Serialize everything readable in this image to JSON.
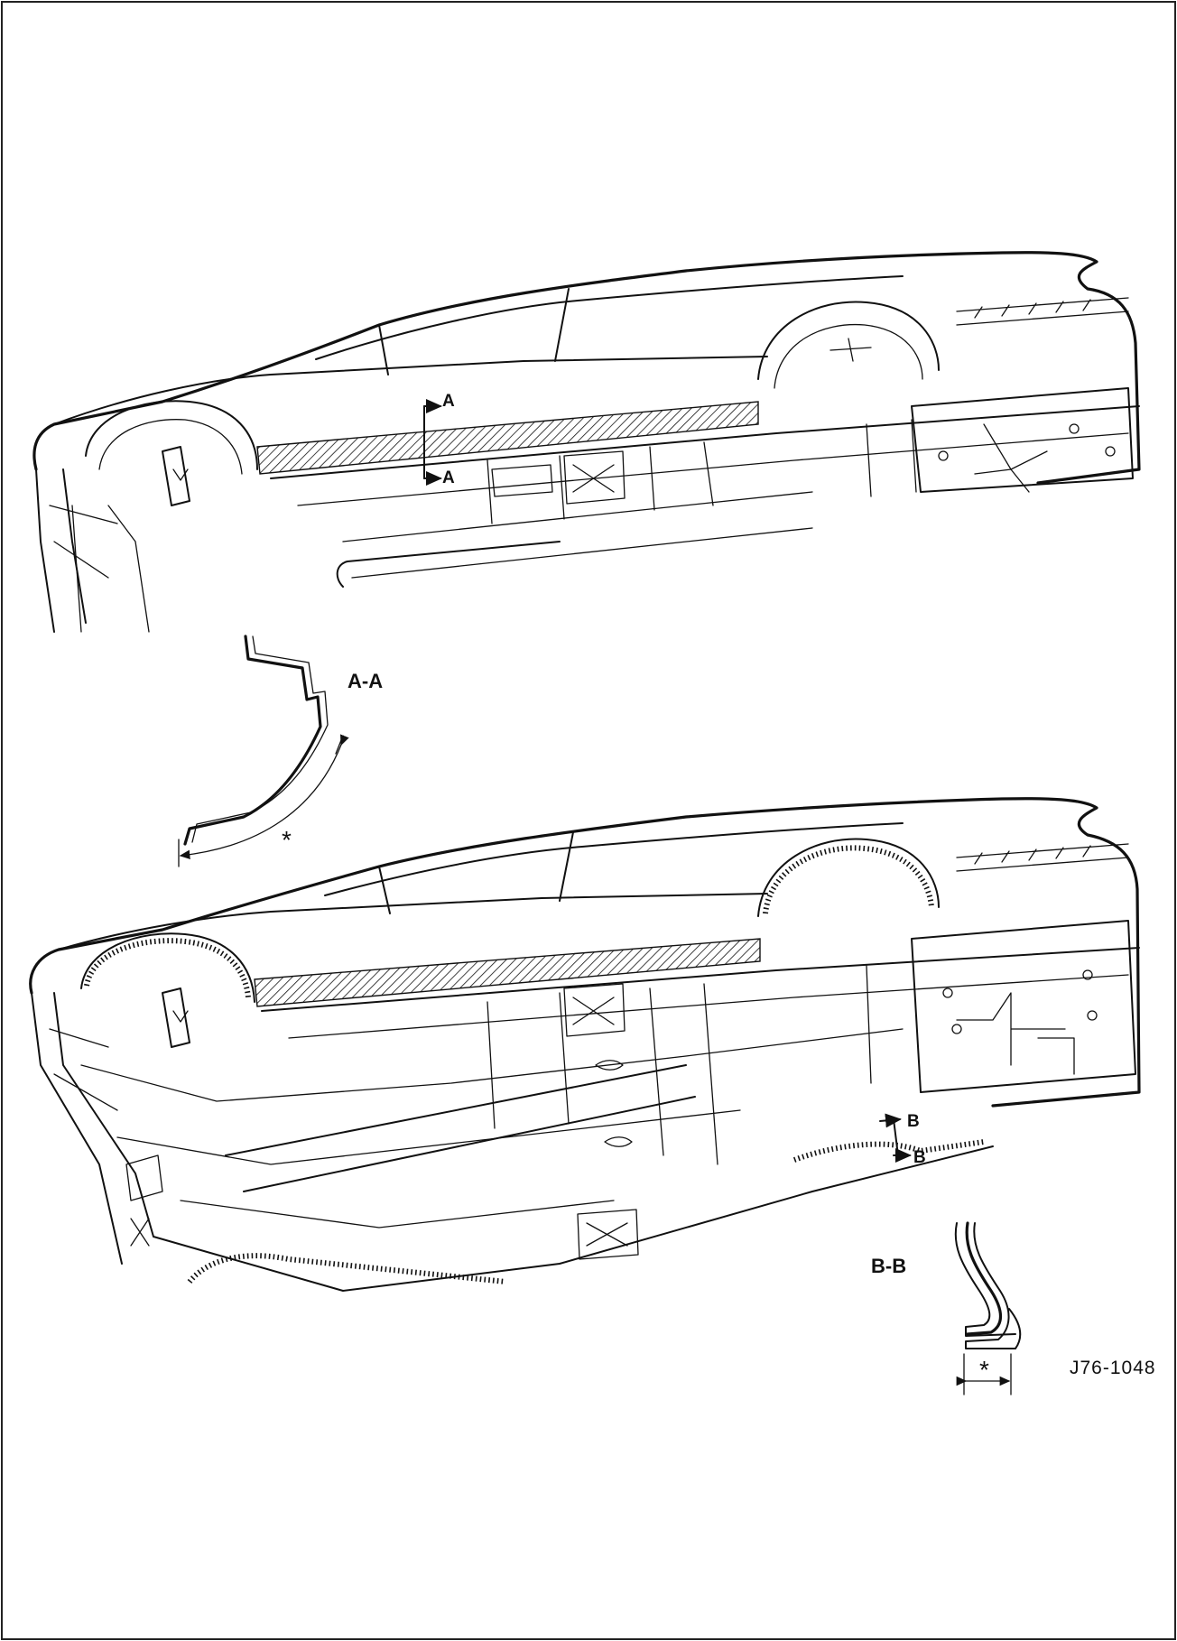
{
  "labels": {
    "section_a_marker_top": "A",
    "section_a_marker_bottom": "A",
    "section_a_title": "A-A",
    "section_a_dimension": "*",
    "section_b_marker_top": "B",
    "section_b_marker_bottom": "B",
    "section_b_title": "B-B",
    "section_b_dimension": "*",
    "figure_reference": "J76-1048"
  },
  "colors": {
    "line": "#111111",
    "background": "#ffffff",
    "border": "#222222"
  },
  "icons": {
    "section_arrow": "section-arrow-icon",
    "dimension_arrow": "dimension-arrow-icon"
  }
}
